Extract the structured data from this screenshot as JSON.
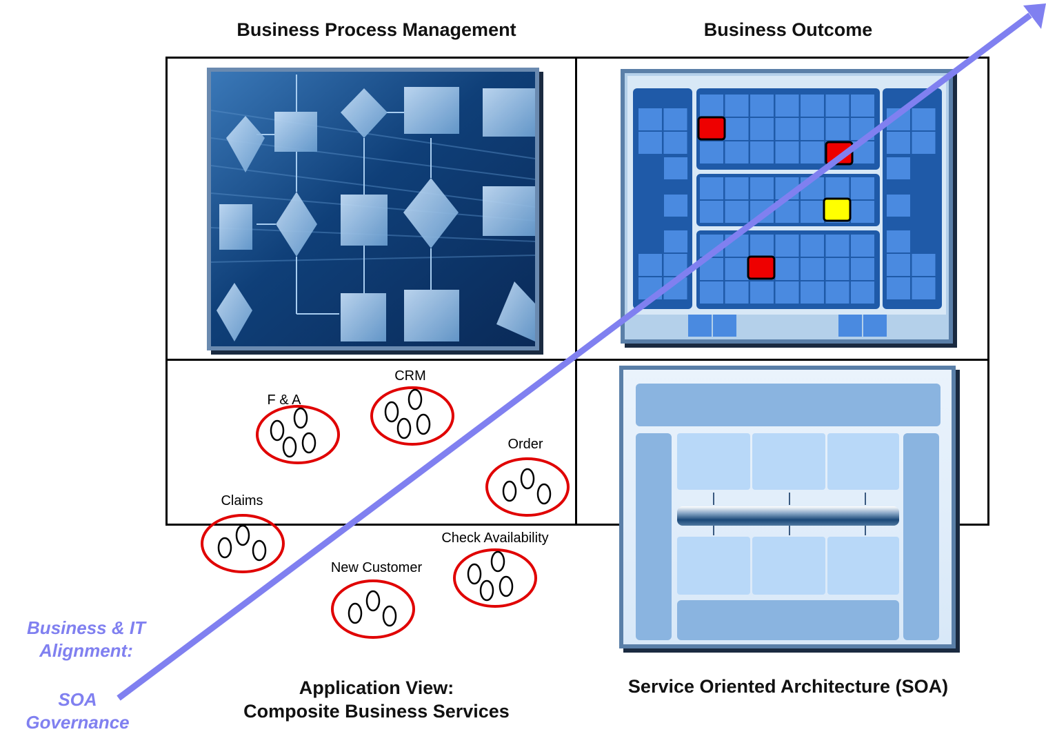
{
  "quadrants": {
    "top_left_title": "Business Process Management",
    "top_right_title": "Business Outcome",
    "bottom_left_title_line1": "Application View:",
    "bottom_left_title_line2": "Composite Business Services",
    "bottom_right_title": "Service Oriented Architecture (SOA)"
  },
  "alignment": {
    "line1": "Business & IT",
    "line2": "Alignment:",
    "line3": "SOA",
    "line4": "Governance"
  },
  "services": [
    {
      "label": "F & A"
    },
    {
      "label": "CRM"
    },
    {
      "label": "Order"
    },
    {
      "label": "Claims"
    },
    {
      "label": "Check Availability"
    },
    {
      "label": "New Customer"
    }
  ],
  "colors": {
    "arrow": "#8080f0",
    "alignment_text": "#8080f0",
    "service_ring": "#e00000",
    "status_red": "#ee0000",
    "status_yellow": "#ffff00"
  }
}
